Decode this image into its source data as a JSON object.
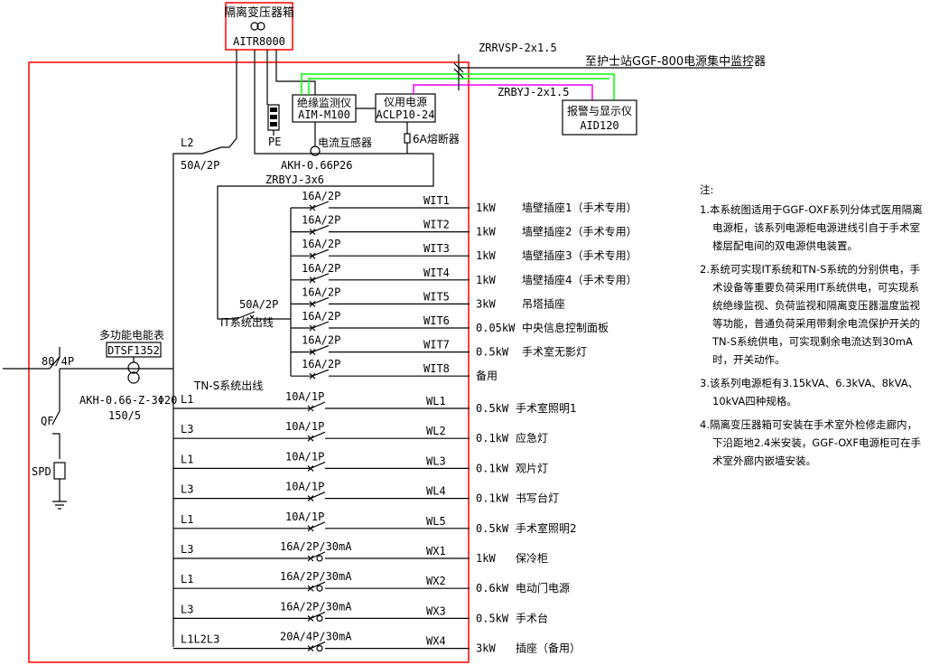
{
  "transformer": {
    "title": "隔离变压器箱",
    "model": "AITR8000"
  },
  "cables": {
    "zrrvsp": "ZRRVSP-2x1.5",
    "zrbyj_small": "ZRBYJ-2x1.5",
    "zrbyj_3x6": "ZRBYJ-3x6"
  },
  "nurse_station": "至护士站GGF-800电源集中监控器",
  "insulation_monitor": {
    "title": "绝缘监测仪",
    "model": "AIM-M100"
  },
  "instrument_power": {
    "title": "仪用电源",
    "model": "ACLP10-24"
  },
  "alarm_display": {
    "title": "报警与显示仪",
    "model": "AID120"
  },
  "pe_label": "PE",
  "fuse_label": "6A熔断器",
  "ct_label": "电流互感器",
  "ct_model": "AKH-0.66P26",
  "l2_label": "L2",
  "l2_breaker": "50A/2P",
  "it_main_breaker": "50A/2P",
  "it_section_label": "IT系统出线",
  "meter": {
    "title": "多功能电能表",
    "model": "DTSF1352",
    "ct": "AKH-0.66-Z-3Φ20",
    "ratio": "150/5"
  },
  "main_breaker": "80/4P",
  "qf_label": "QF",
  "spd_label": "SPD",
  "tns_section_label": "TN-S系统出线",
  "it_circuits": [
    {
      "breaker": "16A/2P",
      "code": "WIT1",
      "power": "1kW",
      "desc": "墙壁插座1（手术专用）"
    },
    {
      "breaker": "16A/2P",
      "code": "WIT2",
      "power": "1kW",
      "desc": "墙壁插座2（手术专用）"
    },
    {
      "breaker": "16A/2P",
      "code": "WIT3",
      "power": "1kW",
      "desc": "墙壁插座3（手术专用）"
    },
    {
      "breaker": "16A/2P",
      "code": "WIT4",
      "power": "1kW",
      "desc": "墙壁插座4（手术专用）"
    },
    {
      "breaker": "16A/2P",
      "code": "WIT5",
      "power": "3kW",
      "desc": "吊塔插座"
    },
    {
      "breaker": "16A/2P",
      "code": "WIT6",
      "power": "0.05kW",
      "desc": "中央信息控制面板"
    },
    {
      "breaker": "16A/2P",
      "code": "WIT7",
      "power": "0.5kW",
      "desc": "手术室无影灯"
    },
    {
      "breaker": "16A/2P",
      "code": "WIT8",
      "power": "",
      "desc": "备用"
    }
  ],
  "tns_circuits": [
    {
      "phase": "L1",
      "breaker": "10A/1P",
      "code": "WL1",
      "power": "0.5kW",
      "desc": "手术室照明1"
    },
    {
      "phase": "L3",
      "breaker": "10A/1P",
      "code": "WL2",
      "power": "0.1kW",
      "desc": "应急灯"
    },
    {
      "phase": "L1",
      "breaker": "10A/1P",
      "code": "WL3",
      "power": "0.1kW",
      "desc": "观片灯"
    },
    {
      "phase": "L3",
      "breaker": "10A/1P",
      "code": "WL4",
      "power": "0.1kW",
      "desc": "书写台灯"
    },
    {
      "phase": "L1",
      "breaker": "10A/1P",
      "code": "WL5",
      "power": "0.5kW",
      "desc": "手术室照明2"
    },
    {
      "phase": "L3",
      "breaker": "16A/2P/30mA",
      "code": "WX1",
      "power": "1kW",
      "desc": "保冷柜"
    },
    {
      "phase": "L1",
      "breaker": "16A/2P/30mA",
      "code": "WX2",
      "power": "0.6kW",
      "desc": "电动门电源"
    },
    {
      "phase": "L3",
      "breaker": "16A/2P/30mA",
      "code": "WX3",
      "power": "0.5kW",
      "desc": "手术台"
    },
    {
      "phase": "L1L2L3",
      "breaker": "20A/4P/30mA",
      "code": "WX4",
      "power": "3kW",
      "desc": "插座（备用）"
    }
  ],
  "notes": {
    "title": "注:",
    "items": [
      "1.本系统图适用于GGF-OXF系列分体式医用隔离电源柜，该系列电源柜电源进线引自于手术室楼层配电间的双电源供电装置。",
      "2.系统可实现IT系统和TN-S系统的分别供电，手术设备等重要负荷采用IT系统供电，可实现系统绝缘监视、负荷监视和隔离变压器温度监视等功能，普通负荷采用带剩余电流保护开关的TN-S系统供电，可实现剩余电流达到30mA时，开关动作。",
      "3.该系列电源柜有3.15kVA、6.3kVA、8kVA、10kVA四种规格。",
      "4.隔离变压器箱可安装在手术室外检修走廊内，下沿距地2.4米安装，GGF-OXF电源柜可在手术室外廊内嵌墙安装。"
    ]
  },
  "colors": {
    "red": "#ff0000",
    "green": "#00ff00",
    "magenta": "#ff00ff",
    "black": "#000000"
  }
}
